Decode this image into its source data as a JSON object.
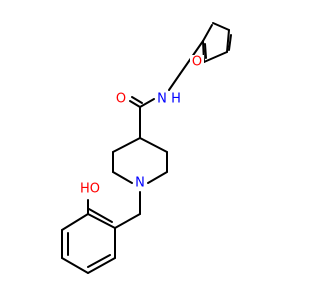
{
  "molecule": {
    "atoms": [
      {
        "id": "o_furan",
        "label": "O",
        "color": "#ff0000"
      },
      {
        "id": "o_carbonyl",
        "label": "O",
        "color": "#ff0000"
      },
      {
        "id": "n_amide",
        "label": "N",
        "color": "#0000ff"
      },
      {
        "id": "h_amide",
        "label": "H",
        "color": "#0000ff"
      },
      {
        "id": "n_piperidine",
        "label": "N",
        "color": "#0000ff"
      },
      {
        "id": "o_hydroxyl",
        "label": "HO",
        "color": "#ff0000"
      }
    ]
  }
}
